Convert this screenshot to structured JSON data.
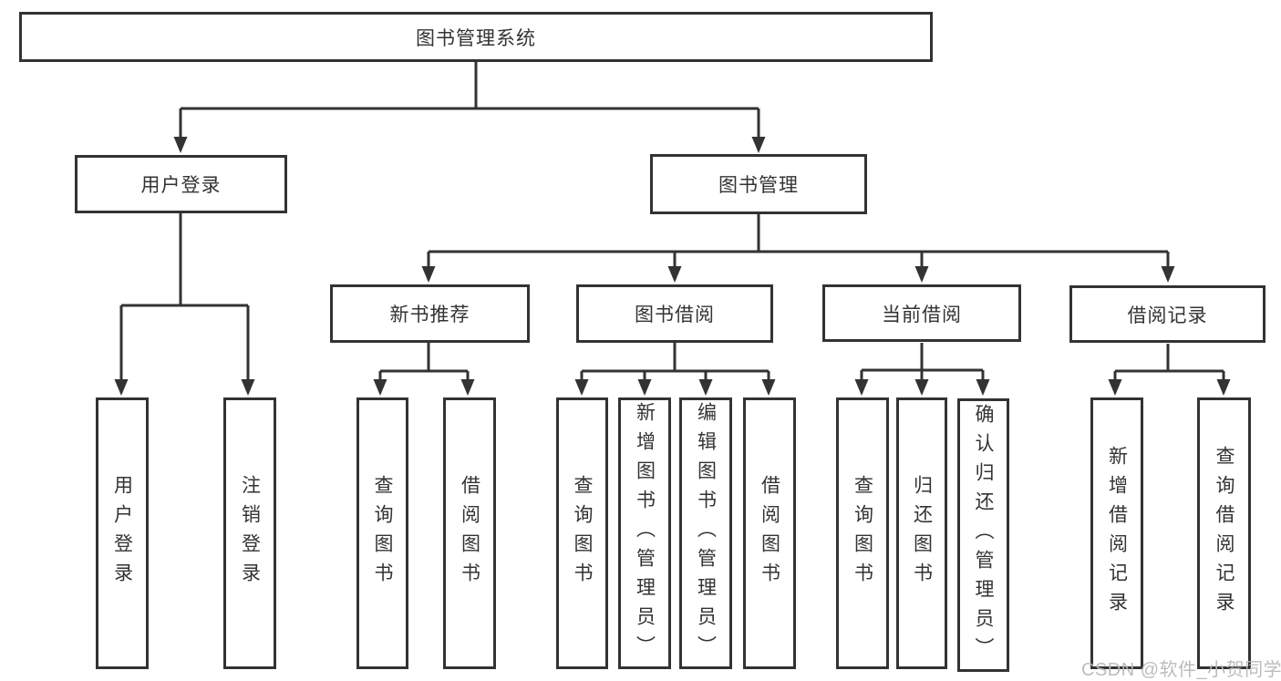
{
  "tree": {
    "label": "图书管理系统",
    "children": [
      {
        "label": "用户登录",
        "children": [
          "用户登录",
          "注销登录"
        ]
      },
      {
        "label": "图书管理",
        "children": [
          {
            "label": "新书推荐",
            "children": [
              "查询图书",
              "借阅图书"
            ]
          },
          {
            "label": "图书借阅",
            "children": [
              "查询图书",
              "新增图书（管理员）",
              "编辑图书（管理员）",
              "借阅图书"
            ]
          },
          {
            "label": "当前借阅",
            "children": [
              "查询图书",
              "归还图书",
              "确认归还（管理员）"
            ]
          },
          {
            "label": "借阅记录",
            "children": [
              "新增借阅记录",
              "查询借阅记录"
            ]
          }
        ]
      }
    ]
  },
  "watermark": {
    "text": "CSDN @软件_小贺同学"
  },
  "colors": {
    "line": "#333333",
    "text": "#333333",
    "background": "#ffffff",
    "watermark_text": "#b7babc"
  }
}
